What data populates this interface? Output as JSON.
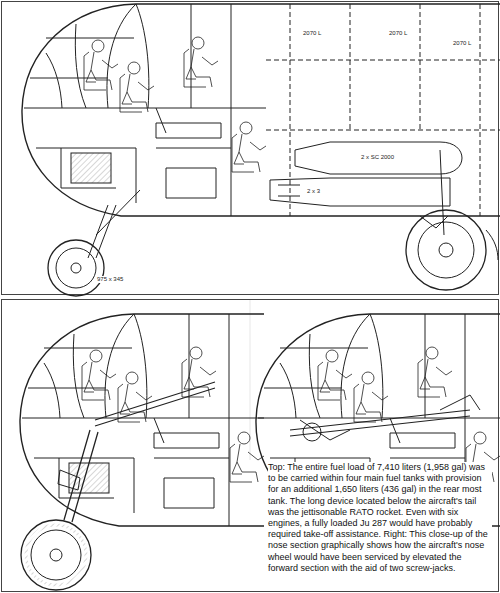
{
  "diagram": {
    "caption": "Top: The entire fuel load of 7,410 liters (1,958 gal) was to be carried within four main fuel tanks with provision for an additional 1,650 liters (436 gal) in the rear most tank. The long device located below the aircraft's tail was the jettisonable RATO rocket. Even with six engines, a fully loaded Ju 287 would have probably required take-off assistance. Right: This close-up of the nose section graphically shows how the aircraft's nose wheel would have been serviced by elevated the forward section with the aid of two screw-jacks.",
    "labels": [
      "2070 L",
      "2070 L",
      "2070 L",
      "2 x SC 2000",
      "2 x 3",
      "975 x 345"
    ]
  }
}
